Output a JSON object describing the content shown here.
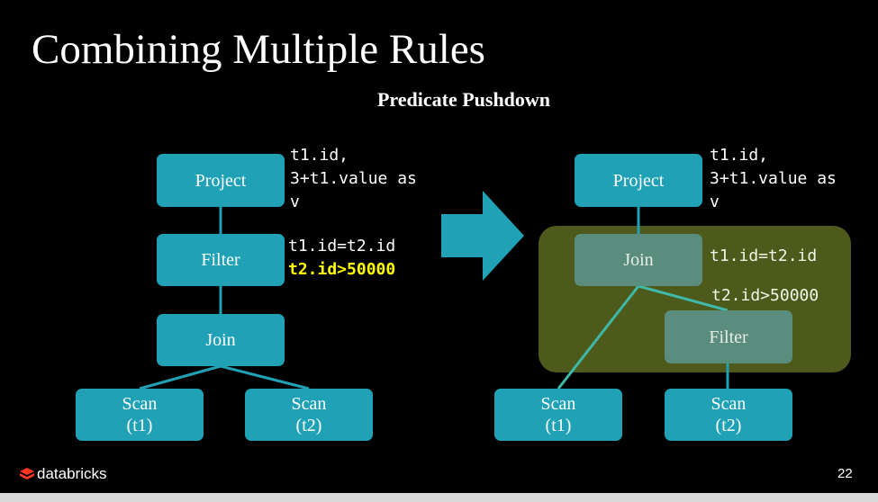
{
  "slide": {
    "title": "Combining Multiple Rules",
    "subtitle": "Predicate Pushdown",
    "page_number": "22",
    "logo_text": "databricks"
  },
  "colors": {
    "background": "#000000",
    "node": "#20a1b6",
    "node_pushed": "#5b8d7e",
    "highlight_region": "#4d5a1c",
    "edge": "#20a1b6",
    "highlight_text": "#ffff00"
  },
  "before": {
    "project": "Project",
    "filter": "Filter",
    "join": "Join",
    "scan1": [
      "Scan",
      "(t1)"
    ],
    "scan2": [
      "Scan",
      "(t2)"
    ],
    "project_expr": [
      "t1.id,",
      "3+t1.value as",
      "v"
    ],
    "filter_expr": "t1.id=t2.id",
    "filter_expr_highlight": "t2.id>50000"
  },
  "arrow": "right-arrow-icon",
  "after": {
    "project": "Project",
    "join": "Join",
    "filter": "Filter",
    "scan1": [
      "Scan",
      "(t1)"
    ],
    "scan2": [
      "Scan",
      "(t2)"
    ],
    "project_expr": [
      "t1.id,",
      "3+t1.value as",
      "v"
    ],
    "join_expr": "t1.id=t2.id",
    "filter_expr": "t2.id>50000"
  }
}
